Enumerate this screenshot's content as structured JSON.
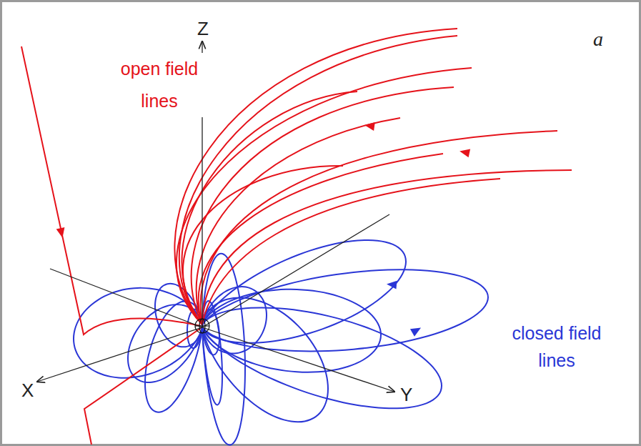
{
  "diagram": {
    "labels": [
      "Z",
      "a",
      "open field lines",
      "X",
      "Y",
      "closed field lines"
    ]
  }
}
